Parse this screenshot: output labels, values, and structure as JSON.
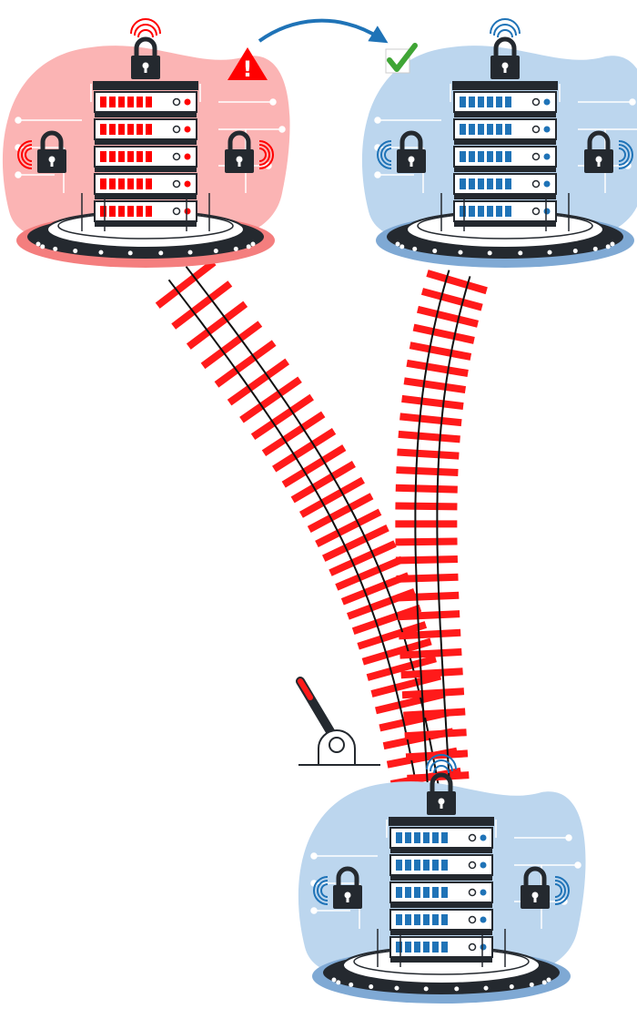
{
  "colors": {
    "alert": "#ff0000",
    "alert_blob": "#fbb4b4",
    "alert_ring": "#f47e7e",
    "safe": "#1f73b7",
    "safe_blob": "#bcd6ee",
    "safe_ring": "#7fa9d4",
    "dark": "#24292f",
    "ok_green": "#3fa535",
    "track_tie": "#ff1a1a",
    "rail": "#111111"
  },
  "icons": {
    "warning": "warning-triangle-icon",
    "check": "checkmark-icon",
    "lock": "padlock-icon",
    "signal": "wireless-signal-icon",
    "switch_lever": "rail-switch-lever-icon",
    "arrow": "curved-arrow-icon"
  },
  "nodes": [
    {
      "id": "compromised",
      "state": "alert",
      "label": ""
    },
    {
      "id": "safe-destination",
      "state": "safe",
      "label": ""
    },
    {
      "id": "source",
      "state": "safe",
      "label": ""
    }
  ],
  "warning_mark": "!"
}
